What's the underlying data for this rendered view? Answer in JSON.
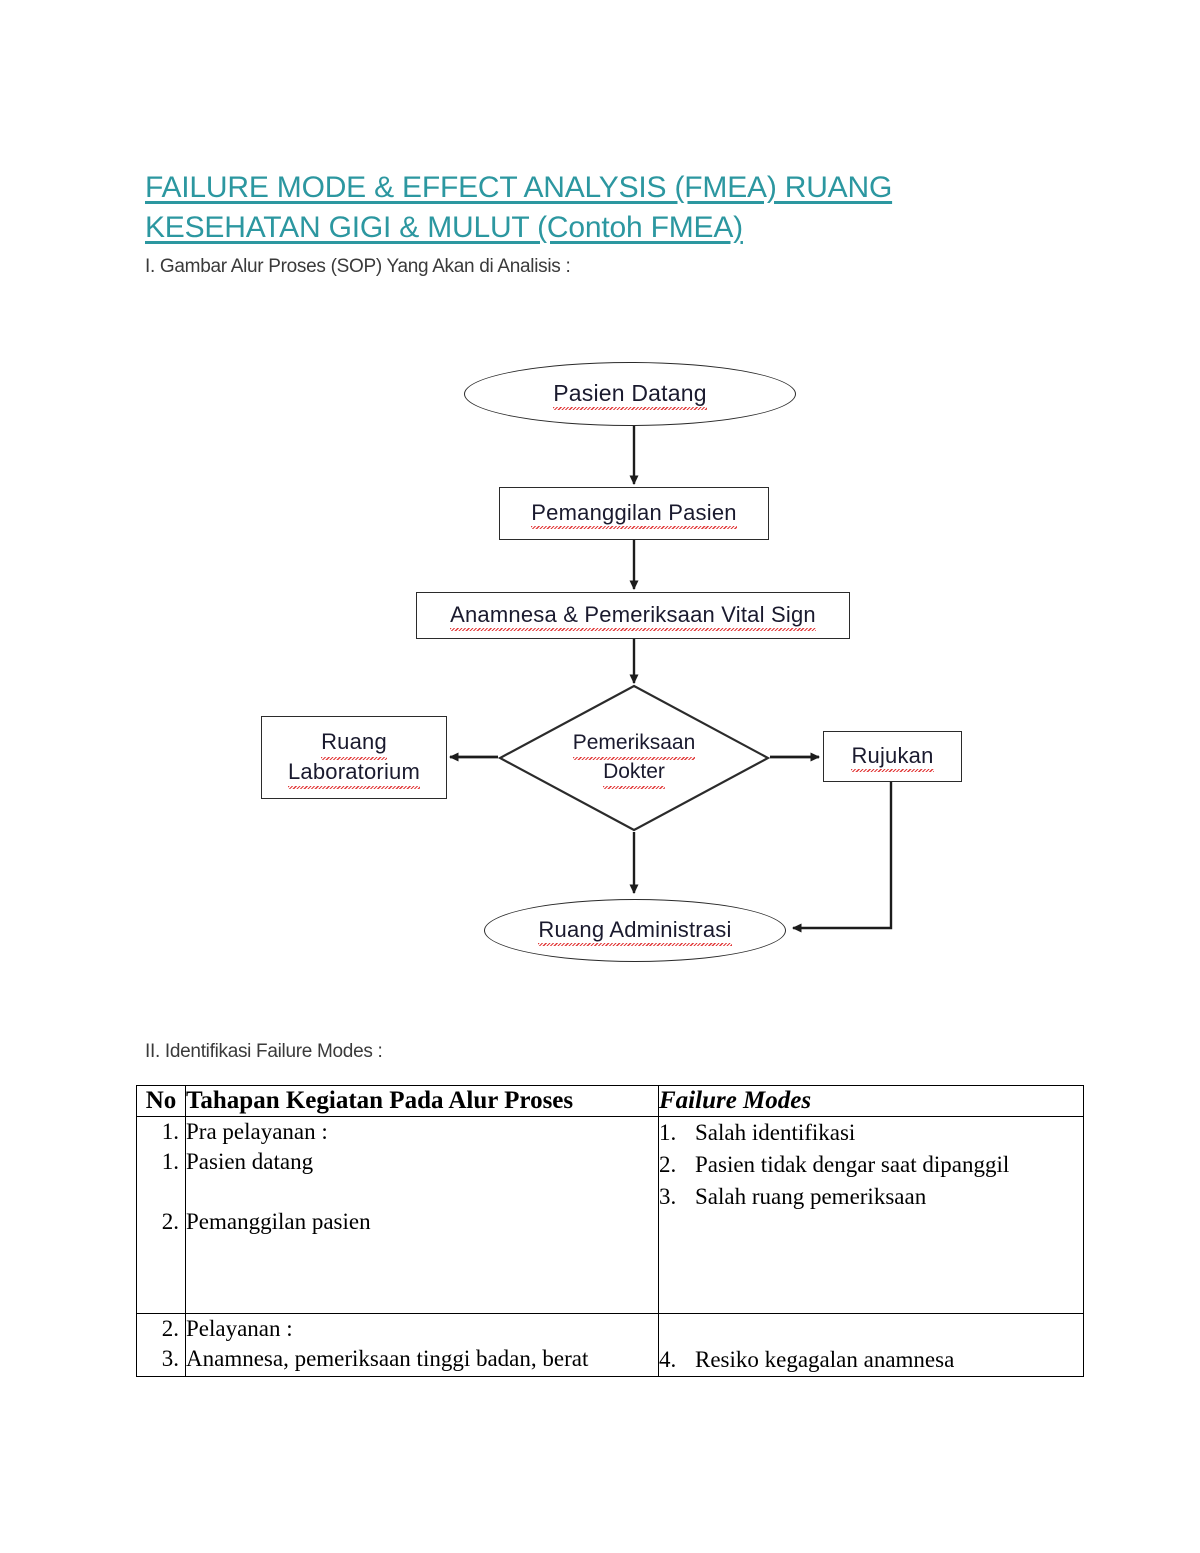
{
  "document": {
    "title_line1": "FAILURE MODE & EFFECT ANALYSIS (FMEA) RUANG",
    "title_line2": "KESEHATAN GIGI & MULUT (Contoh FMEA)",
    "section_one_label": "I. Gambar Alur Proses (SOP) Yang Akan di Analisis :",
    "section_two_label": "II. Identifikasi Failure Modes :",
    "title_color": "#2c97a0"
  },
  "flowchart": {
    "nodes": [
      {
        "id": "pasien-datang",
        "shape": "ellipse",
        "label": "Pasien Datang"
      },
      {
        "id": "pemanggilan-pasien",
        "shape": "rectangle",
        "label": "Pemanggilan Pasien"
      },
      {
        "id": "anamnesa-vital-sign",
        "shape": "rectangle",
        "label": "Anamnesa & Pemeriksaan Vital Sign"
      },
      {
        "id": "pemeriksaan-dokter",
        "shape": "diamond",
        "label_line1": "Pemeriksaan",
        "label_line2": "Dokter"
      },
      {
        "id": "ruang-laboratorium",
        "shape": "rectangle",
        "label_line1": "Ruang",
        "label_line2": "Laboratorium"
      },
      {
        "id": "rujukan",
        "shape": "rectangle",
        "label": "Rujukan"
      },
      {
        "id": "ruang-administrasi",
        "shape": "ellipse",
        "label": "Ruang Administrasi"
      }
    ]
  },
  "table": {
    "headers": [
      "No",
      "Tahapan Kegiatan Pada Alur Proses",
      "Failure Modes"
    ],
    "rows": [
      {
        "no_main": "1.",
        "no_sub_1": "1.",
        "no_sub_2": "2.",
        "step_heading": "Pra pelayanan :",
        "step_item_1": "Pasien datang",
        "step_item_2": "Pemanggilan pasien",
        "failure_modes": [
          {
            "num": "1.",
            "text": "Salah identifikasi"
          },
          {
            "num": "2.",
            "text": "Pasien tidak dengar saat dipanggil"
          },
          {
            "num": "3.",
            "text": "Salah ruang pemeriksaan"
          }
        ]
      },
      {
        "no_main": "2.",
        "no_sub_1": "3.",
        "step_heading": "Pelayanan :",
        "step_item_1": "Anamnesa, pemeriksaan tinggi badan, berat",
        "failure_modes": [
          {
            "num": "4.",
            "text": "Resiko kegagalan anamnesa"
          }
        ]
      }
    ]
  }
}
